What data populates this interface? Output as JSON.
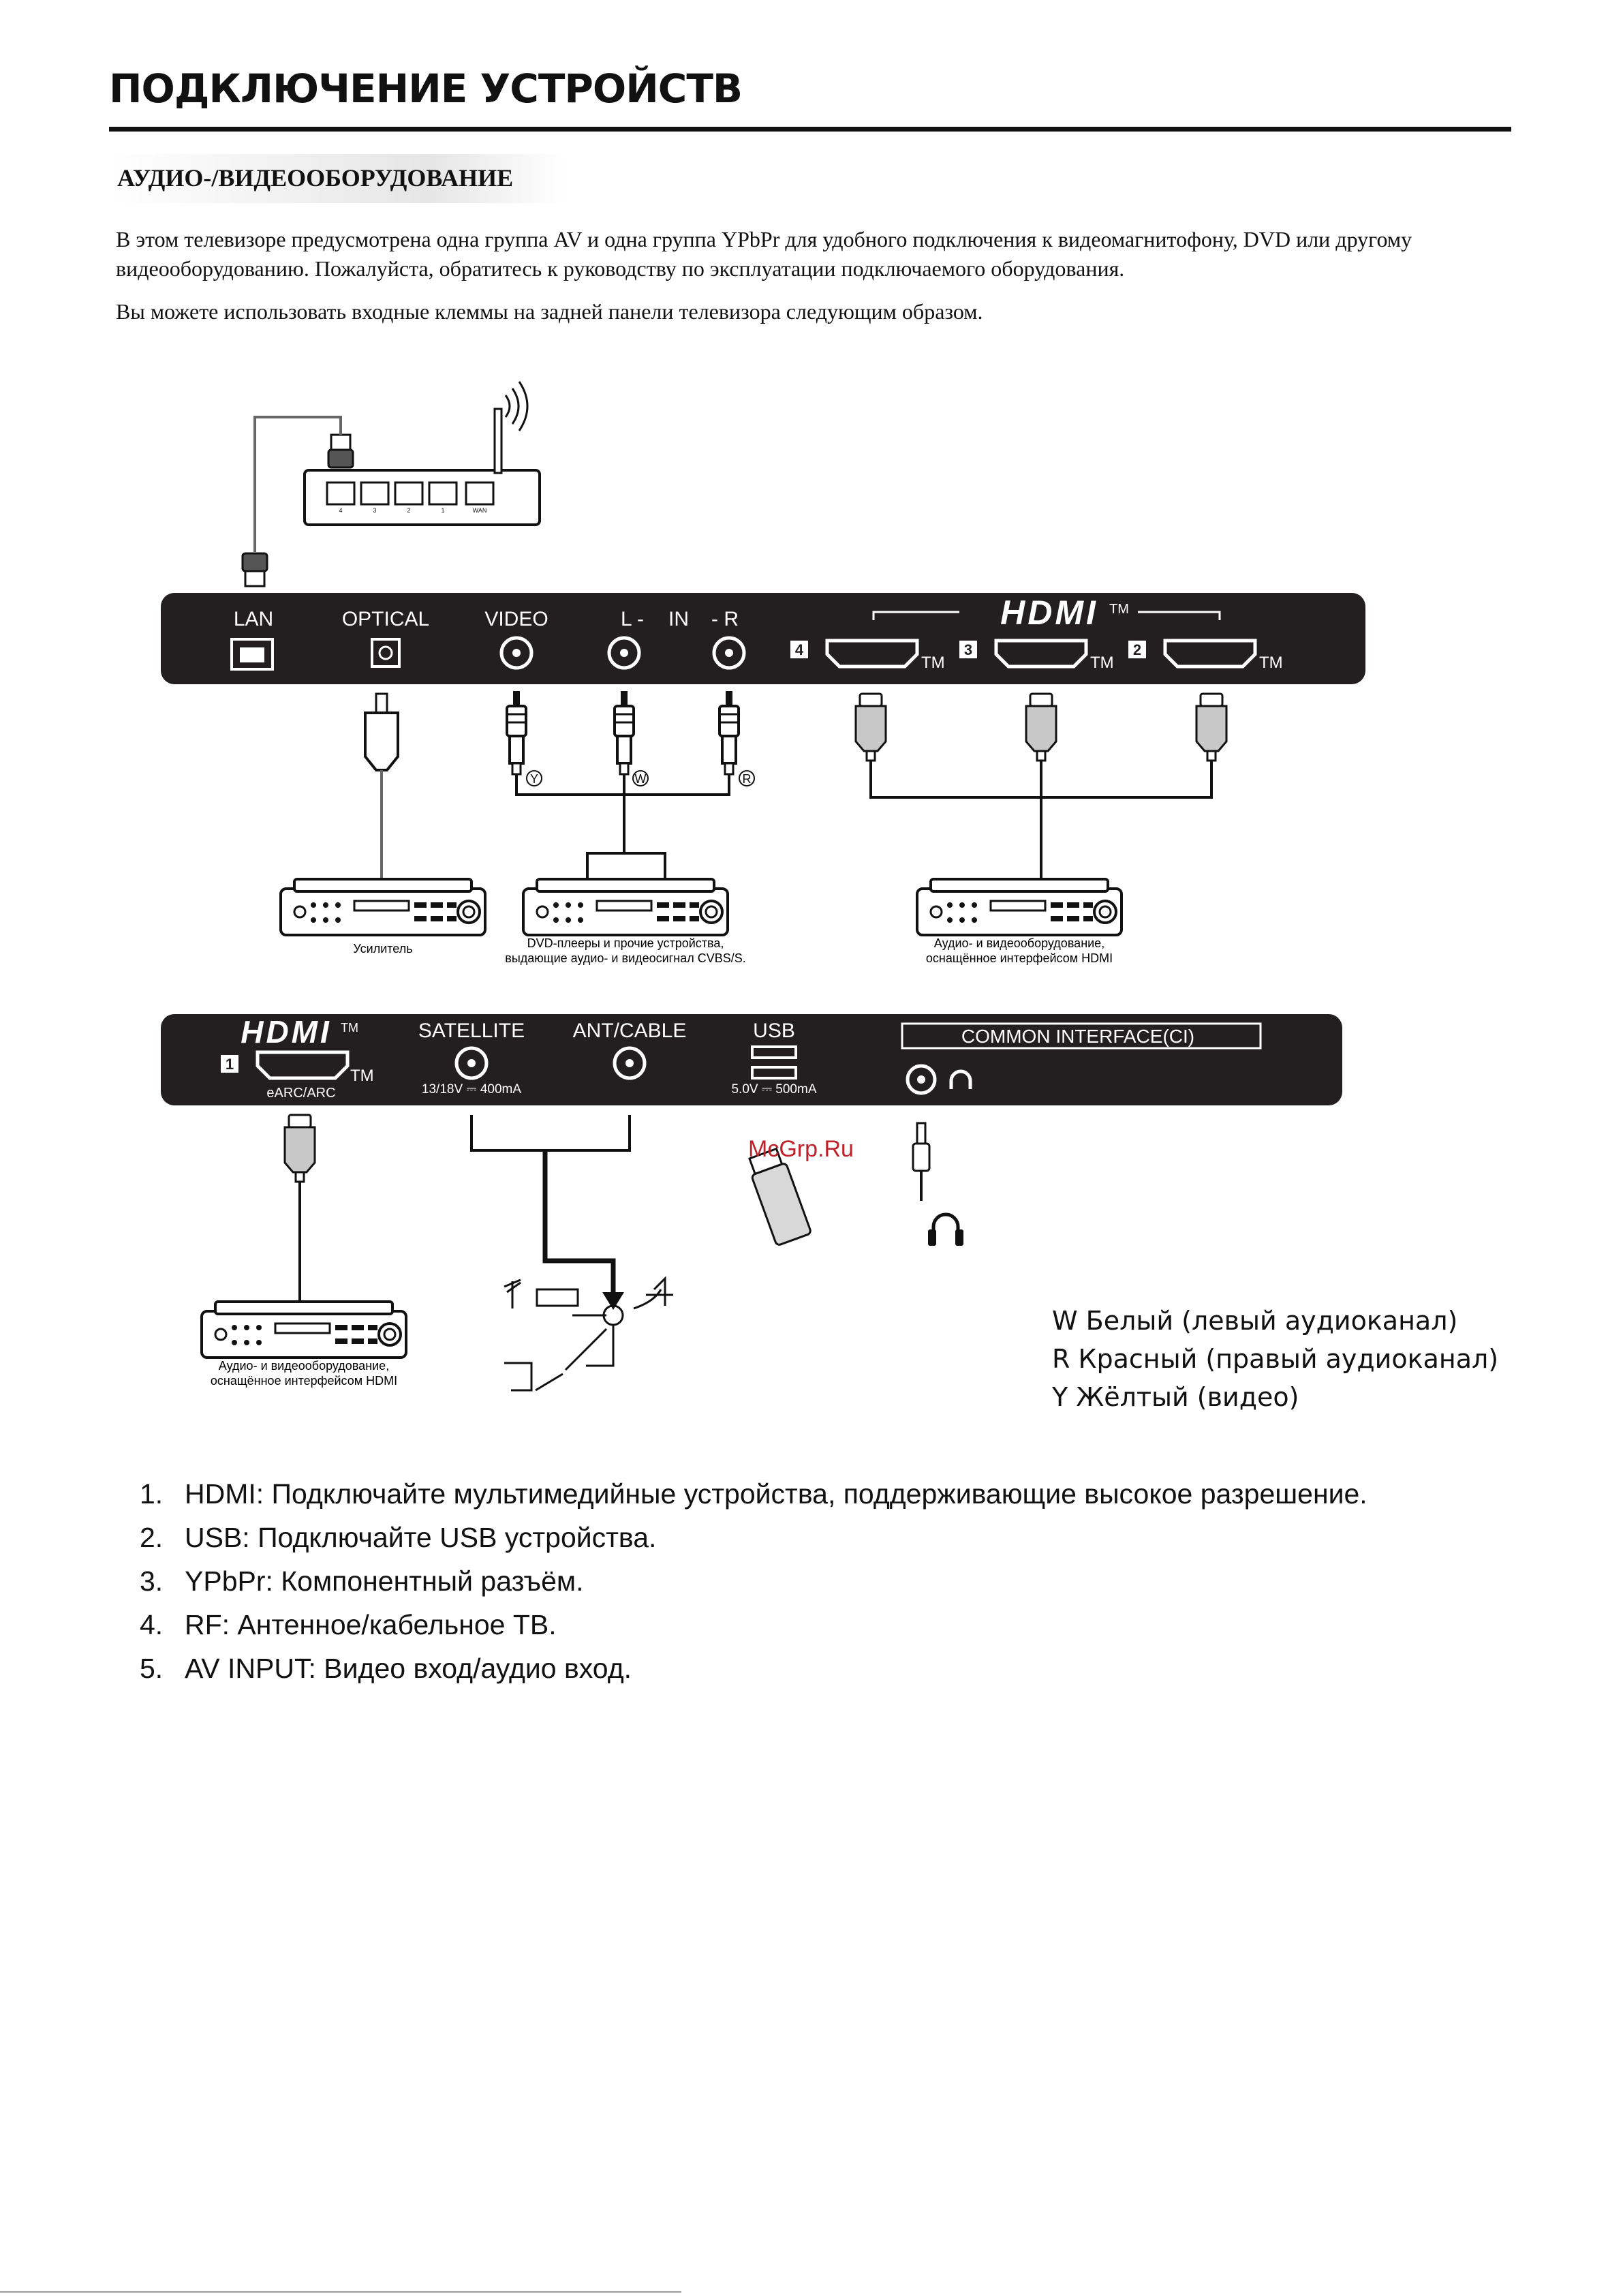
{
  "header": {
    "title": "ПОДКЛЮЧЕНИЕ УСТРОЙСТВ",
    "section": "АУДИО-/ВИДЕООБОРУДОВАНИЕ"
  },
  "intro": {
    "p1": "В этом телевизоре предусмотрена одна группа AV и одна группа YPbPr для удобного подключения к видеомагнитофону, DVD или другому видеооборудованию. Пожалуйста, обратитесь к руководству по эксплуатации подключаемого оборудования.",
    "p2": "Вы можете использовать входные клеммы на задней панели телевизора следующим образом."
  },
  "panel_top": {
    "lan": "LAN",
    "optical": "OPTICAL",
    "video": "VIDEO",
    "l": "L -",
    "in": "IN",
    "r": "- R",
    "hdmi_logo": "HDMI",
    "tm": "TM",
    "port4": "4",
    "port3": "3",
    "port2": "2"
  },
  "plug_marks": {
    "y": "Y",
    "w": "W",
    "r": "R"
  },
  "router": {
    "ports": [
      "4",
      "3",
      "2",
      "1",
      "WAN"
    ]
  },
  "devices": {
    "amplifier": "Усилитель",
    "dvd_line1": "DVD-плееры и прочие устройства,",
    "dvd_line2": "выдающие аудио- и видеосигнал CVBS/S.",
    "hdmi_dev_line1": "Аудио- и видеооборудование,",
    "hdmi_dev_line2": "оснащённое интерфейсом HDMI",
    "hdmi_dev2_line1": "Аудио- и видеооборудование,",
    "hdmi_dev2_line2": "оснащённое интерфейсом HDMI"
  },
  "panel_bottom": {
    "hdmi_logo": "HDMI",
    "tm": "TM",
    "port1": "1",
    "earc": "eARC/ARC",
    "satellite": "SATELLITE",
    "satellite_spec": "13/18V ⎓ 400mA",
    "ant_cable": "ANT/CABLE",
    "usb": "USB",
    "usb_spec": "5.0V ⎓ 500mA",
    "ci": "COMMON  INTERFACE(CI)"
  },
  "watermark": "McGrp.Ru",
  "legend": [
    "W Белый (левый аудиоканал)",
    "R Красный (правый аудиоканал)",
    "Y Жёлтый (видео)"
  ],
  "notes": [
    {
      "num": "1.",
      "text": "HDMI: Подключайте мультимедийные устройства, поддерживающие высокое разрешение."
    },
    {
      "num": "2.",
      "text": "USB: Подключайте USB устройства."
    },
    {
      "num": "3.",
      "text": "YPbPr: Компонентный разъём."
    },
    {
      "num": "4.",
      "text": "RF: Антенное/кабельное ТВ."
    },
    {
      "num": "5.",
      "text": "AV INPUT: Видео вход/аудио вход."
    }
  ]
}
